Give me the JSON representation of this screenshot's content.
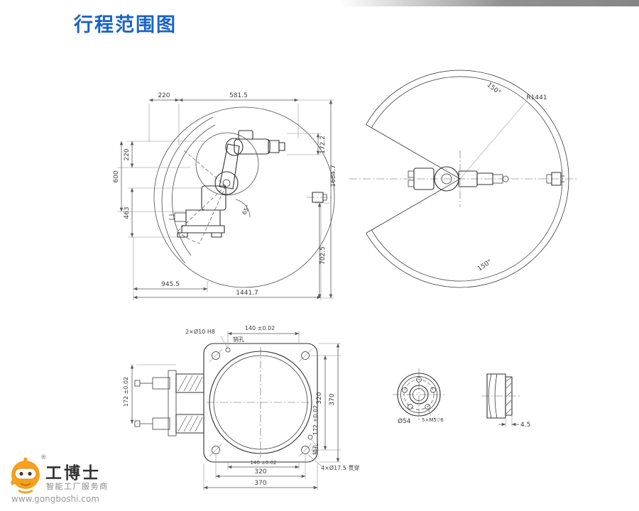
{
  "page": {
    "title": "行程范围图"
  },
  "colors": {
    "title_blue": "#1a63c8",
    "logo_orange": "#f6a01d",
    "drawing_line": "#2f2f2f"
  },
  "side_view": {
    "dim_220_top": "220",
    "dim_581_5": "581.5",
    "dim_172_2": "172.2",
    "dim_1684_7": "1684.7",
    "dim_220_left": "220",
    "dim_600_left": "600",
    "dim_463_left": "463",
    "dim_702_5": "702.5",
    "dim_945_5": "945.5",
    "dim_1441_7": "1441.7",
    "angle_65": "65°"
  },
  "top_view": {
    "angle_150_upper": "150°",
    "angle_150_lower": "150°",
    "radius_r1441": "R1441"
  },
  "base_view": {
    "pin_hole_note": "2×Ø10 H8",
    "pin_hole_label": "销孔",
    "dim_140_top": "140 ±0.02",
    "dim_172_left": "172 ±0.02",
    "dim_320_right": "320",
    "dim_370_right": "370",
    "dim_172_right": "172 ±0.02",
    "pin_hole_label_right": "销孔",
    "dim_140_bottom": "140 ±0.02",
    "dim_320_bottom": "320",
    "dim_370_bottom": "370",
    "through_hole_note": "4×Ø17.5 贯穿"
  },
  "flange_view": {
    "dim_diameter": "Ø54",
    "tap_note": "5×M5▽6",
    "dim_thickness": "4.5"
  },
  "logo": {
    "registered": "®",
    "brand": "工博士",
    "tagline": "智能工厂服务商",
    "website": "www.gongboshi.com"
  }
}
